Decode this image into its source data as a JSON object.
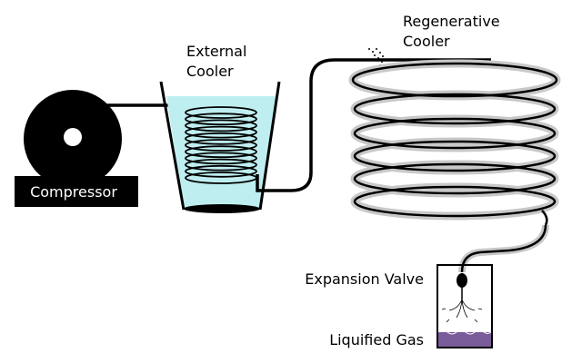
{
  "labels": {
    "compressor": "Compressor",
    "external_cooler": [
      "External",
      "Cooler"
    ],
    "regenerative_cooler": [
      "Regenerative",
      "Cooler"
    ],
    "expansion_valve": "Expansion Valve",
    "liquified_gas": "Liquified Gas"
  },
  "colors": {
    "coolant": "#bfeef1",
    "liquid": "#7b5c9a",
    "coil_outline": "#c8c8c8",
    "ink": "#000000"
  }
}
